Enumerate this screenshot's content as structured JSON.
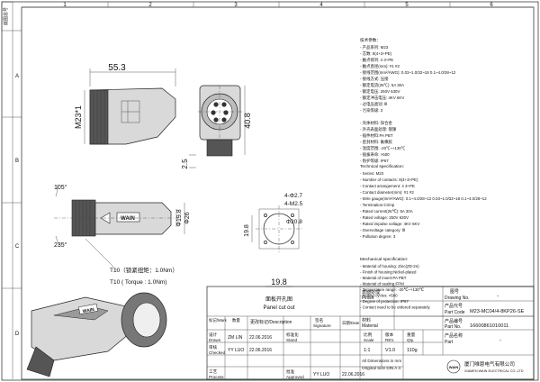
{
  "zones": {
    "columns": [
      "1",
      "2",
      "3",
      "4",
      "5",
      "6"
    ],
    "rows": [
      "A",
      "B",
      "C",
      "D"
    ],
    "corner_label": "底图总号"
  },
  "dims": {
    "width": "55.3",
    "height_side": "M23*1",
    "height_front": "40.8",
    "gap": "2.5",
    "angle_top": "105°",
    "angle_bottom": "235°",
    "dia_nut": "Φ19.8",
    "dia_body": "Φ26",
    "holes": "4-Φ2.7",
    "thread": "4-M2.5",
    "dia_cut": "Φ20.8",
    "cut_v": "19.8",
    "cut_h": "19.8",
    "t10_cn": "T10（锁紧扭矩：1.0Nm）",
    "t10_en": "T10 ( Torque : 1.0Nm)",
    "cutout_cn": "面板开孔图",
    "cutout_en": "Panel cut out",
    "logo": "WAIN"
  },
  "spec_cn": {
    "title": "技术参数：",
    "lines": [
      "- 产品系列: M23",
      "- 芯数:                    8(4+3+PE)",
      "- 触点排列:              4                 3+PE",
      "- 触点直径(mm):        #1                #2",
      "- 接线范围(mm²/AWG):  0.03~1.0/32~18    0.1~4.0/28~12",
      "- 接线方式: 压接",
      "- 额定电流(25℃):      5A                30A",
      "- 额定电压:              250V              630V",
      "- 额定冲击电压:          4KV               6KV",
      "- 过电压类别: Ⅲ",
      "- 污染等级: 3",
      "",
      "- 壳体材料: 锌合金",
      "- 外壳表面处理: 镀镍",
      "- 插件材料:PA PBT",
      "- 密封材料: 氟橡胶",
      "- 温度范围: -20℃~+130℃",
      "- 插拔寿命: >500",
      "- 防护等级: IP67"
    ]
  },
  "spec_en": {
    "title": "Technical specification:",
    "lines": [
      "- Series: M23",
      "- Number of contacts:          8(4+3+PE)",
      "- Contact arrangement:        4                 3+PE",
      "- Contact diameter(mm):       #1                #2",
      "- Wire gauge(mm²/AWG): 0.1~4.0/28~12  0.03~1.0/32~18   0.1~4.0/28~12",
      "- Termination:Crimp",
      "- Rated current(25℃):        5A                30A",
      "- Rated voltage:               250V              630V",
      "- Rated impulse voltage:      4KV               6KV",
      "- Overvoltage category: Ⅲ",
      "- Pollution degree: 3"
    ]
  },
  "mech_en": {
    "title": "Mechanical specification:",
    "lines": [
      "- Material of housing: Zinc(ZD-2n)",
      "- Finish of housing:Nickel-plated",
      "- Material of insert:PA  PBT",
      "- Material of sealing:FPM",
      "- Temperature range: -20℃~+130℃",
      "- Mating cycles: >500",
      "- Degree of protection: IP67",
      "- Contact need to be ordered separately."
    ]
  },
  "title_block": {
    "finish_cn": "表面处理",
    "finish_en": "Finish",
    "finish_val": "",
    "material_cn": "材料",
    "material_en": "Material",
    "material_val": "",
    "drawing_cn": "图号",
    "drawing_en": "Drawing No.",
    "drawing_val": "-",
    "partcode_cn": "产品代号",
    "partcode_en": "Part Code",
    "partcode_val": "M23-MC04/4-8KP26-SE",
    "partno_cn": "产品编号",
    "partno_en": "Part No.",
    "partno_val": "16600861010011",
    "hdr_mark": "标记/Mark",
    "hdr_qty": "数量",
    "hdr_change_cn": "更改标记/Description",
    "hdr_sign_cn": "签名",
    "hdr_sign_en": "Signature",
    "hdr_date_cn": "日期/Date",
    "row_drawn": {
      "cn": "设计",
      "en": "Drawn",
      "name": "ZM LIN",
      "date": "22.06.2016"
    },
    "row_check": {
      "cn": "审核",
      "en": "Checked",
      "name": "YY LUO",
      "date": "22.06.2016"
    },
    "row_process": {
      "cn": "工艺",
      "en": "Process",
      "name": "",
      "date": ""
    },
    "std_cn": "标准化",
    "std_en": "Stand",
    "approve_cn": "批准",
    "approve_en": "Approved",
    "approve_name": "YY LUO",
    "approve_date": "22.06.2016",
    "scale_cn": "比例",
    "scale_en": "Scale",
    "scale_val": "1:1",
    "rev_cn": "版本",
    "rev_en": "REV.",
    "rev_val": "V1.0",
    "weight_cn": "重量",
    "weight_en": "Qty.",
    "weight_val": "110g",
    "name_cn": "产品名称",
    "name_en": "Part",
    "name_val": "-",
    "dims_note_en": "All Dimensions in mm",
    "size_note": "Original Size DIN A 4",
    "company_cn": "厦门唯恩电气有限公司",
    "company_en": "XIAMEN WAIN ELECTRICAL CO.,LTD",
    "company_logo": "WAIN"
  }
}
